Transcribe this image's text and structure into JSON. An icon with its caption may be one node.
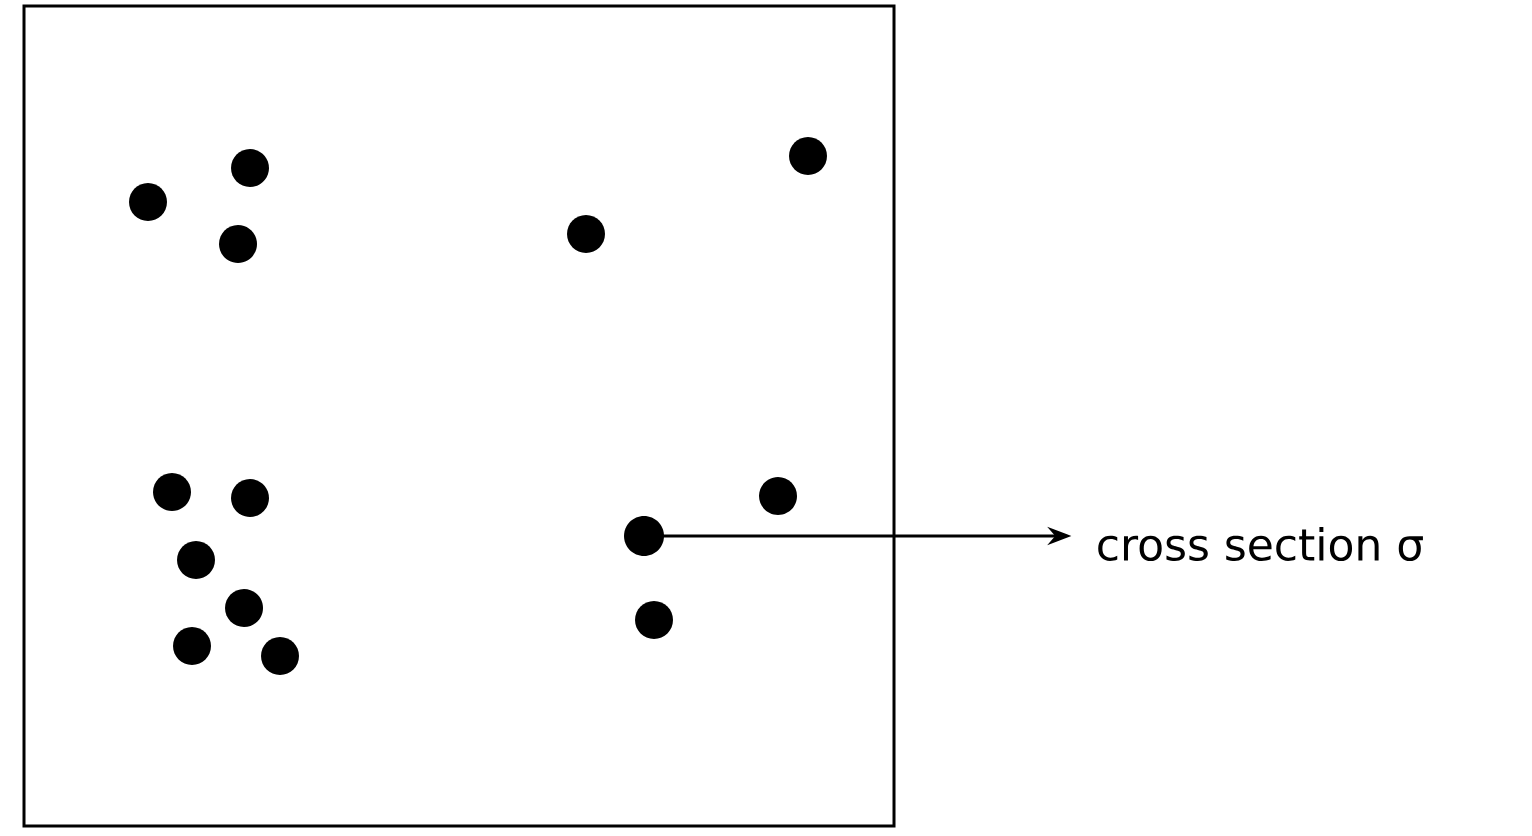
{
  "diagram": {
    "nodes": [
      {
        "text": [],
        "shape": "box"
      },
      {
        "text": [],
        "shape": "circle",
        "in": 0
      },
      {
        "text": [
          "cross section σ"
        ]
      }
    ],
    "edges": [
      {
        "from": 1,
        "to": 2,
        "arrow": "to"
      }
    ]
  }
}
